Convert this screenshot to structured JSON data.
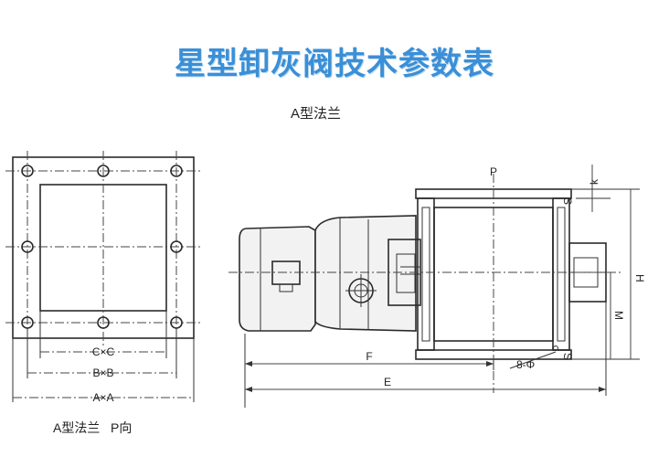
{
  "title": "星型卸灰阀技术参数表",
  "flange_label": "A型法兰",
  "flange_caption": "A型法兰   P向",
  "flange_dims": {
    "cc": "C×C",
    "bb": "B×B",
    "aa": "A×A"
  },
  "side_dims": {
    "p": "P",
    "k": "k",
    "h": "H",
    "m": "M",
    "f": "F",
    "e": "E",
    "holes": "8-Φ",
    "s_top": "S",
    "s_bottom": "S"
  },
  "colors": {
    "title": "#3b8fd6"
  }
}
